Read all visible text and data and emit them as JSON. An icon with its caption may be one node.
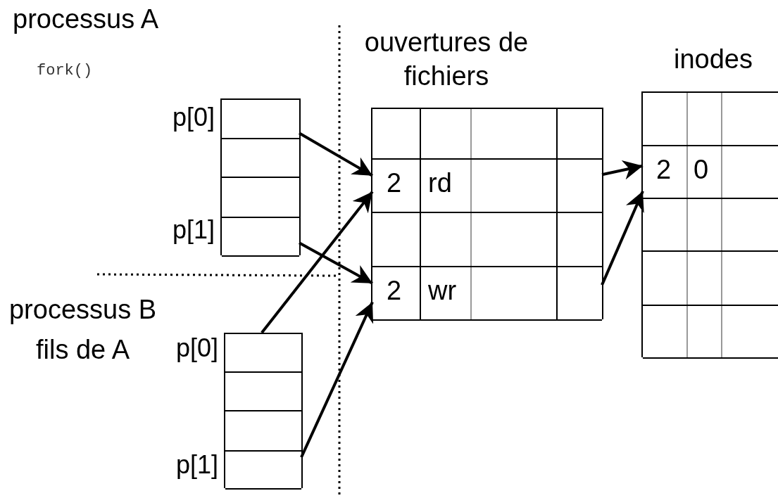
{
  "diagram": {
    "nodes": [
      {
        "text": [],
        "shape": "box"
      },
      {
        "text": [],
        "shape": "box",
        "in": 0,
        "beside": [
          "p[0]"
        ]
      },
      {
        "text": [],
        "shape": "box",
        "in": 0
      },
      {
        "text": [],
        "shape": "box",
        "in": 0
      },
      {
        "text": [],
        "shape": "box",
        "in": 0,
        "beside": [
          "p[1]"
        ]
      },
      {
        "text": [],
        "shape": "box"
      },
      {
        "text": [],
        "shape": "box",
        "in": 5,
        "beside": [
          "p[0]"
        ]
      },
      {
        "text": [],
        "shape": "box",
        "in": 5
      },
      {
        "text": [],
        "shape": "box",
        "in": 5
      },
      {
        "text": [],
        "shape": "box",
        "in": 5,
        "beside": [
          "p[1]"
        ]
      },
      {
        "text": [
          "ouvertures de fichiers"
        ]
      },
      {
        "text": [],
        "shape": "box",
        "in": 10
      },
      {
        "text": [
          "2",
          "rd"
        ],
        "in": 10
      },
      {
        "text": [],
        "shape": "box",
        "in": 10
      },
      {
        "text": [
          "2",
          "wr"
        ],
        "in": 10
      },
      {
        "text": [
          "inodes"
        ]
      },
      {
        "text": [],
        "shape": "box",
        "in": 15
      },
      {
        "text": [
          "2",
          "0"
        ],
        "in": 15
      },
      {
        "text": [],
        "shape": "box",
        "in": 15
      },
      {
        "text": [],
        "shape": "box",
        "in": 15
      },
      {
        "text": [],
        "shape": "box",
        "in": 15
      }
    ],
    "edges": [
      {
        "from": 1,
        "to": 12,
        "arrow": "to"
      },
      {
        "from": 4,
        "to": 14,
        "arrow": "to"
      },
      {
        "from": 6,
        "to": 12,
        "arrow": "to"
      },
      {
        "from": 9,
        "to": 14,
        "arrow": "to"
      },
      {
        "from": 12,
        "to": 17,
        "arrow": "to"
      },
      {
        "from": 14,
        "to": 17,
        "arrow": "to"
      }
    ],
    "labels": [
      "processus A",
      "fork()",
      "processus B fils de A"
    ]
  }
}
